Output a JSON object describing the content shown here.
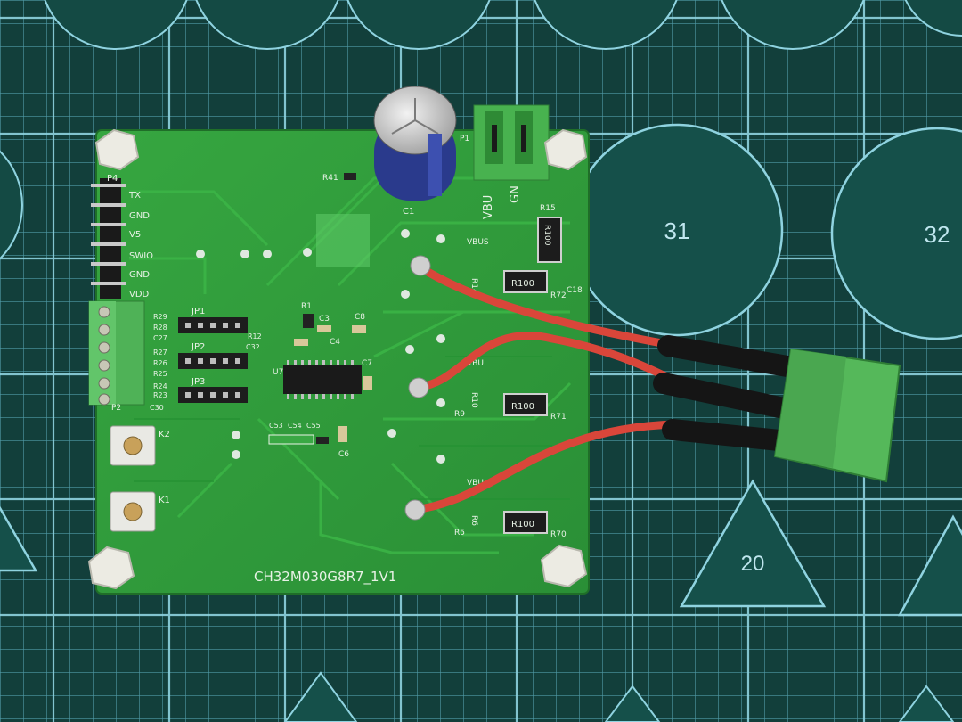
{
  "board": {
    "name": "CH32M030G8R7_1V1"
  },
  "mat_labels": {
    "circle_a": "31",
    "circle_b": "32",
    "triangle": "20"
  },
  "silkscreen": {
    "header_p4": "P4",
    "pins": [
      "TX",
      "GND",
      "V5",
      "SWIO",
      "GND",
      "VDD"
    ],
    "jp1": "JP1",
    "jp2": "JP2",
    "jp3": "JP3",
    "u_chip": "U7",
    "c1": "C1",
    "r41": "R41",
    "r15": "R15",
    "r100a": "R100",
    "r100b": "R100",
    "r100c": "R100",
    "r100d": "R100",
    "vbus_top": "VBUS",
    "vbus_mid": "VBU",
    "vbus_low": "VBU",
    "vbu_conn": "VBU",
    "gn_conn": "GN",
    "r72": "R72",
    "r71": "R71",
    "r70": "R70",
    "c18": "C18",
    "r14": "R14",
    "r10": "R10",
    "r9": "R9",
    "r5": "R5",
    "r6": "R6",
    "k1": "K1",
    "k2": "K2",
    "r1": "R1",
    "c3": "C3",
    "c4": "C4",
    "c8": "C8",
    "c7": "C7",
    "c6": "C6",
    "c53": "C53",
    "c54": "C54",
    "c55": "C55",
    "r29": "R29",
    "r28": "R28",
    "c27": "C27",
    "r27": "R27",
    "r26": "R26",
    "r25": "R25",
    "r24": "R24",
    "r23": "R23",
    "c30": "C30",
    "r12": "R12",
    "c32": "C32",
    "p1": "P1",
    "p2": "P2"
  },
  "colors": {
    "mat": "#123f3b",
    "grid": "#79c6d6",
    "pcb": "#2f9a3a",
    "wire": "#d9463a",
    "terminal": "#55b85a"
  }
}
